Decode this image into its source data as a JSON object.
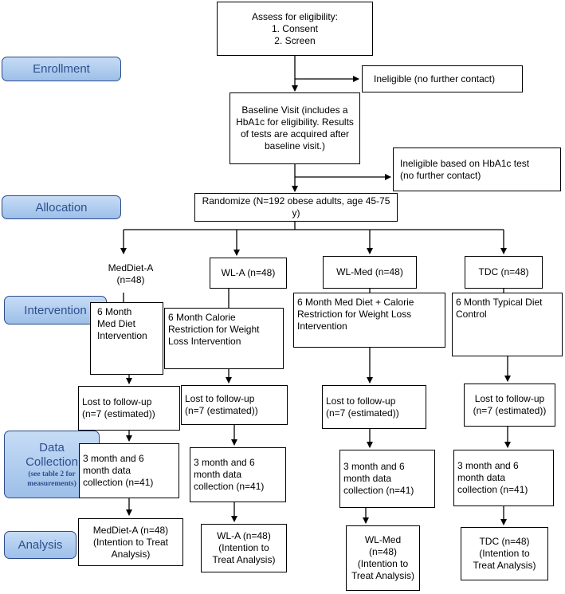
{
  "stages": {
    "enrollment": "Enrollment",
    "allocation": "Allocation",
    "intervention": "Intervention",
    "data_collection_title": "Data Collection",
    "data_collection_note": "(see table 2 for measurements)",
    "analysis": "Analysis"
  },
  "top": {
    "assess": "Assess for eligibility:\n1. Consent\n2. Screen",
    "ineligible": "Ineligible (no further contact)",
    "baseline": "Baseline Visit (includes a HbA1c for eligibility. Results of tests are acquired after baseline visit.)",
    "ineligible_hba1c": "Ineligible based on HbA1c test\n(no further contact)",
    "randomize": "Randomize (N=192 obese adults, age 45-75 y)"
  },
  "arms": [
    {
      "group": "MedDiet-A (n=48)",
      "intervention": "6 Month\nMed Diet\nIntervention",
      "lost": "Lost to follow-up\n(n=7 (estimated))",
      "collection": "3 month and 6\nmonth data\ncollection (n=41)",
      "analysis": "MedDiet-A (n=48)\n(Intention to Treat\nAnalysis)"
    },
    {
      "group": "WL-A (n=48)",
      "intervention": "6 Month Calorie\nRestriction for Weight\nLoss Intervention",
      "lost": "Lost to follow-up\n(n=7 (estimated))",
      "collection": "3 month and 6\nmonth data\ncollection (n=41)",
      "analysis": "WL-A (n=48)\n(Intention to\nTreat Analysis)"
    },
    {
      "group": "WL-Med (n=48)",
      "intervention": "6 Month Med Diet + Calorie\nRestriction for Weight Loss\nIntervention",
      "lost": "Lost to follow-up\n(n=7 (estimated))",
      "collection": "3 month and 6\nmonth data\ncollection (n=41)",
      "analysis": "WL-Med\n(n=48)\n(Intention to\nTreat Analysis)"
    },
    {
      "group": "TDC (n=48)",
      "intervention": "6 Month Typical Diet\nControl",
      "lost": "Lost to follow-up\n(n=7 (estimated))",
      "collection": "3 month and 6\nmonth data\ncollection (n=41)",
      "analysis": "TDC (n=48)\n(Intention to\nTreat Analysis)"
    }
  ]
}
